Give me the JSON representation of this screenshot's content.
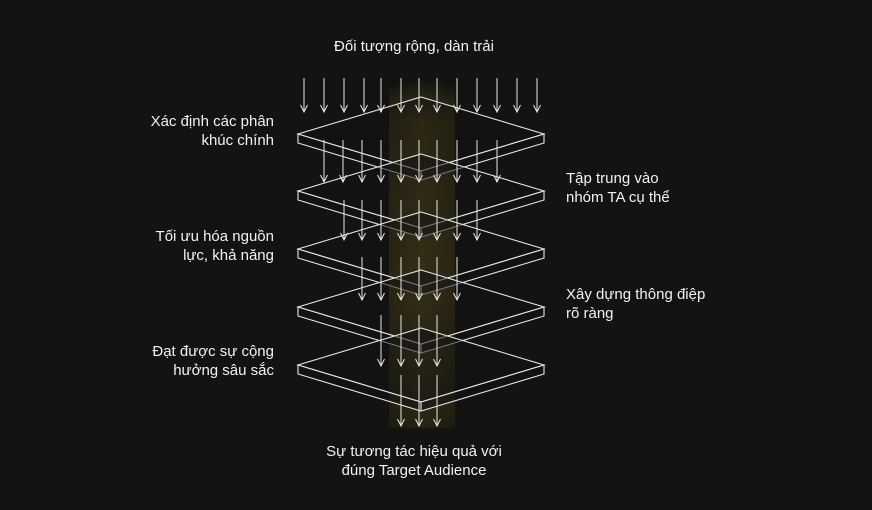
{
  "title_top": "Đối tượng rộng, dàn trải",
  "bottom_lines": [
    "Sự tương tác hiệu quả với",
    "đúng Target Audience"
  ],
  "left_labels": [
    [
      "Xác định các phân",
      "khúc chính"
    ],
    [
      "Tối ưu hóa nguồn",
      "lực, khả năng"
    ],
    [
      "Đạt được sự cộng",
      "hưởng sâu sắc"
    ]
  ],
  "right_labels": [
    [
      "Tập trung vào",
      "nhóm TA cụ thể"
    ],
    [
      "Xây dựng thông điệp",
      "rõ ràng"
    ]
  ],
  "colors": {
    "background": "#131313",
    "lines": "#e6e6e6",
    "text": "#f2f2f2",
    "beam": "#d8b62a"
  }
}
